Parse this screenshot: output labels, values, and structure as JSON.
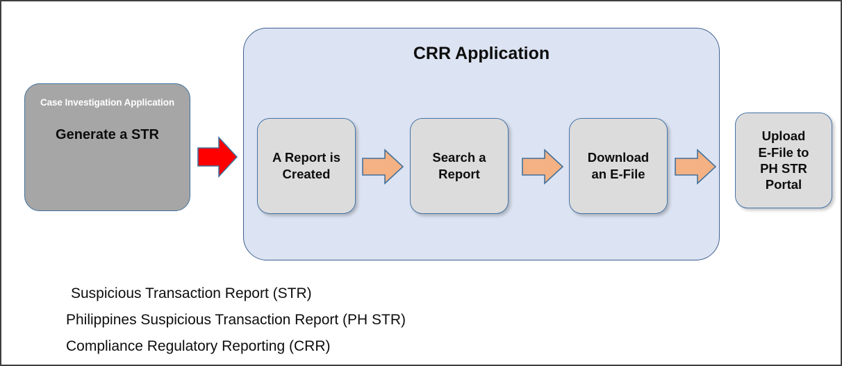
{
  "diagram": {
    "source_system": {
      "caption": "Case Investigation Application",
      "title": "Generate a STR"
    },
    "crr_panel": {
      "title": "CRR Application",
      "steps": [
        {
          "label": "A Report is Created",
          "line1": "A Report is",
          "line2": "Created"
        },
        {
          "label": "Search a Report",
          "line1": "Search a",
          "line2": "Report"
        },
        {
          "label": "Download an E-File",
          "line1": "Download",
          "line2": "an E-File"
        }
      ]
    },
    "final_step": {
      "label": "Upload E-File to PH STR Portal",
      "line1": "Upload",
      "line2": "E-File to",
      "line3": "PH STR",
      "line4": "Portal"
    },
    "connectors": [
      {
        "name": "handoff-arrow",
        "direction": "right",
        "color": "#FF0000"
      },
      {
        "name": "step-arrow-1",
        "direction": "right",
        "color": "#F4B183"
      },
      {
        "name": "step-arrow-2",
        "direction": "right",
        "color": "#F4B183"
      },
      {
        "name": "step-arrow-3",
        "direction": "right",
        "color": "#F4B183"
      }
    ],
    "legend": [
      "Suspicious Transaction Report (STR)",
      "Philippines Suspicious Transaction Report (PH STR)",
      "Compliance Regulatory Reporting (CRR)"
    ],
    "colors": {
      "source_box_fill": "#A6A6A6",
      "panel_fill": "#DCE3F2",
      "panel_border": "#3F6090",
      "step_fill": "#DCDCDC",
      "step_border": "#4573A7",
      "arrow_orange": "#F4B183",
      "arrow_red": "#FF0000",
      "frame_border": "#3F3F3F"
    }
  }
}
